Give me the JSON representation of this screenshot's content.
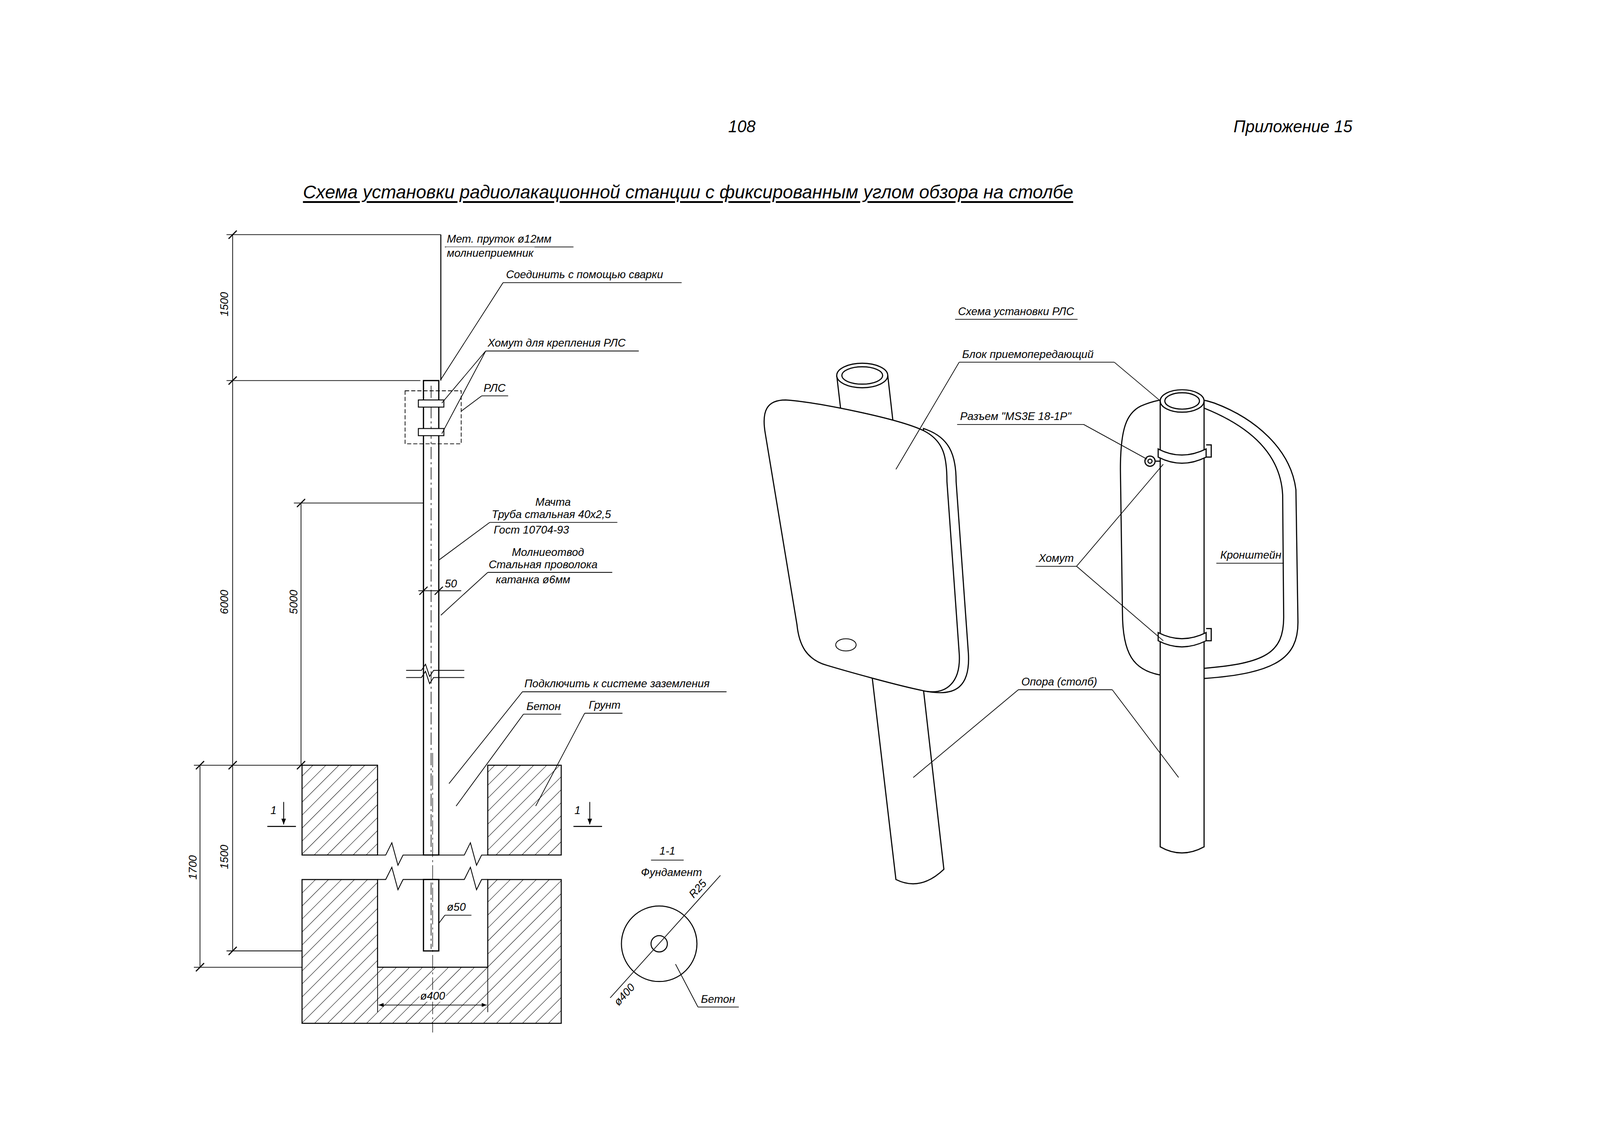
{
  "diagram": {
    "title": "Схема установки радиолакационной станции с фиксированным углом обзора на столбе",
    "labels": [
      "108",
      "Приложение 15",
      "1500",
      "Мет. пруток ø12мм",
      "молниеприемник",
      "Соединить с помощью сварки",
      "Хомут для крепления РЛС",
      "РЛС",
      "6000",
      "Мачта",
      "Труба стальная 40х2,5",
      "Гост 10704-93",
      "5000",
      "Молниеотвод",
      "Стальная проволока",
      "катанка ø6мм",
      "50",
      "Подключить к системе заземления",
      "Бетон",
      "Грунт",
      "1",
      "1",
      "1700",
      "1500",
      "ø50",
      "ø400",
      "1-1",
      "Фундамент",
      "R25",
      "ø400",
      "Бетон",
      "Схема установки РЛС",
      "Блок приемопередающий",
      "Разъем \"MS3E 18-1P\"",
      "Хомут",
      "Кронштейн",
      "Опора (столб)"
    ]
  }
}
